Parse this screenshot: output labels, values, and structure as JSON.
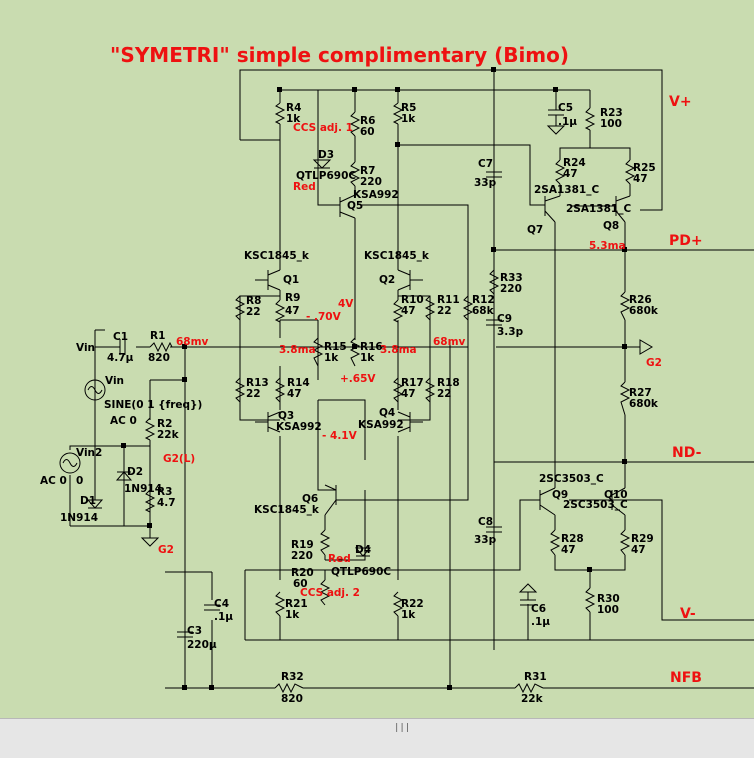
{
  "title": "\"SYMETRI\"  simple complimentary (Bimo)",
  "nets": {
    "vplus": "V+",
    "pdplus": "PD+",
    "ndminus": "ND-",
    "vminus": "V-",
    "nfb": "NFB",
    "g2": "G2",
    "g2l": "G2(L)",
    "vin": "Vin",
    "vin2": "Vin2"
  },
  "resistors": {
    "r4": {
      "ref": "R4",
      "val": "1k"
    },
    "r5": {
      "ref": "R5",
      "val": "1k"
    },
    "r6": {
      "ref": "R6",
      "val": "60"
    },
    "r7": {
      "ref": "R7",
      "val": "220"
    },
    "r23": {
      "ref": "R23",
      "val": "100"
    },
    "r24": {
      "ref": "R24",
      "val": "47"
    },
    "r25": {
      "ref": "R25",
      "val": "47"
    },
    "r8": {
      "ref": "R8",
      "val": "22"
    },
    "r9": {
      "ref": "R9",
      "val": "47"
    },
    "r10": {
      "ref": "R10",
      "val": "47"
    },
    "r11": {
      "ref": "R11",
      "val": "22"
    },
    "r12": {
      "ref": "R12",
      "val": "68k"
    },
    "r33": {
      "ref": "R33",
      "val": "220"
    },
    "r26": {
      "ref": "R26",
      "val": "680k"
    },
    "r27": {
      "ref": "R27",
      "val": "680k"
    },
    "r1": {
      "ref": "R1",
      "val": "820"
    },
    "r15": {
      "ref": "R15",
      "val": "1k"
    },
    "r16": {
      "ref": "R16",
      "val": "1k"
    },
    "r13": {
      "ref": "R13",
      "val": "22"
    },
    "r14": {
      "ref": "R14",
      "val": "47"
    },
    "r17": {
      "ref": "R17",
      "val": "47"
    },
    "r18": {
      "ref": "R18",
      "val": "22"
    },
    "r2": {
      "ref": "R2",
      "val": "22k"
    },
    "r3": {
      "ref": "R3",
      "val": "4.7"
    },
    "r19": {
      "ref": "R19",
      "val": "220"
    },
    "r20": {
      "ref": "R20",
      "val": "60"
    },
    "r21": {
      "ref": "R21",
      "val": "1k"
    },
    "r22": {
      "ref": "R22",
      "val": "1k"
    },
    "r28": {
      "ref": "R28",
      "val": "47"
    },
    "r29": {
      "ref": "R29",
      "val": "47"
    },
    "r30": {
      "ref": "R30",
      "val": "100"
    },
    "r32": {
      "ref": "R32",
      "val": "820"
    },
    "r31": {
      "ref": "R31",
      "val": "22k"
    }
  },
  "capacitors": {
    "c1": {
      "ref": "C1",
      "val": "4.7µ"
    },
    "c5": {
      "ref": "C5",
      "val": ".1µ"
    },
    "c7": {
      "ref": "C7",
      "val": "33p"
    },
    "c9": {
      "ref": "C9",
      "val": "3.3p"
    },
    "c8": {
      "ref": "C8",
      "val": "33p"
    },
    "c6": {
      "ref": "C6",
      "val": ".1µ"
    },
    "c4": {
      "ref": "C4",
      "val": ".1µ"
    },
    "c3": {
      "ref": "C3",
      "val": "220µ"
    }
  },
  "transistors": {
    "q1": {
      "ref": "Q1",
      "part": "KSC1845_k"
    },
    "q2": {
      "ref": "Q2",
      "part": "KSC1845_k"
    },
    "q3": {
      "ref": "Q3",
      "part": "KSA992"
    },
    "q4": {
      "ref": "Q4",
      "part": "KSA992"
    },
    "q5": {
      "ref": "Q5",
      "part": "KSA992"
    },
    "q6": {
      "ref": "Q6",
      "part": "KSC1845_k"
    },
    "q7": {
      "ref": "Q7",
      "part": "2SA1381_C"
    },
    "q8": {
      "ref": "Q8",
      "part": "2SA1381_C"
    },
    "q9": {
      "ref": "Q9",
      "part": "2SC3503_C"
    },
    "q10": {
      "ref": "Q10",
      "part": "2SC3503_C"
    }
  },
  "diodes": {
    "d3": {
      "ref": "D3",
      "part": "QTLP690C",
      "color": "Red"
    },
    "d4": {
      "ref": "D4",
      "part": "QTLP690C",
      "color": "Red"
    },
    "d1": {
      "ref": "D1",
      "part": "1N914"
    },
    "d2": {
      "ref": "D2",
      "part": "1N914"
    }
  },
  "sources": {
    "src1": {
      "spec": "SINE(0 1 {freq})",
      "ac": "AC 0"
    },
    "src2": {
      "ac": "AC 0",
      "dc": "0"
    }
  },
  "annotations": {
    "ccs1": "CCS adj. 1",
    "ccs2": "CCS adj. 2",
    "v_4": "4V",
    "v_m70": "- .70V",
    "v_p65": "+.65V",
    "v_m41": "- 4.1V",
    "i_38a": "3.8ma",
    "i_38b": "3.8ma",
    "v_68a": "68mv",
    "v_68b": "68mv",
    "i_53": "5.3ma"
  },
  "statusbar": {
    "grip": "|||"
  },
  "colors": {
    "background": "#c9dcb0",
    "wire": "#000000",
    "annotation": "#ee1111"
  }
}
